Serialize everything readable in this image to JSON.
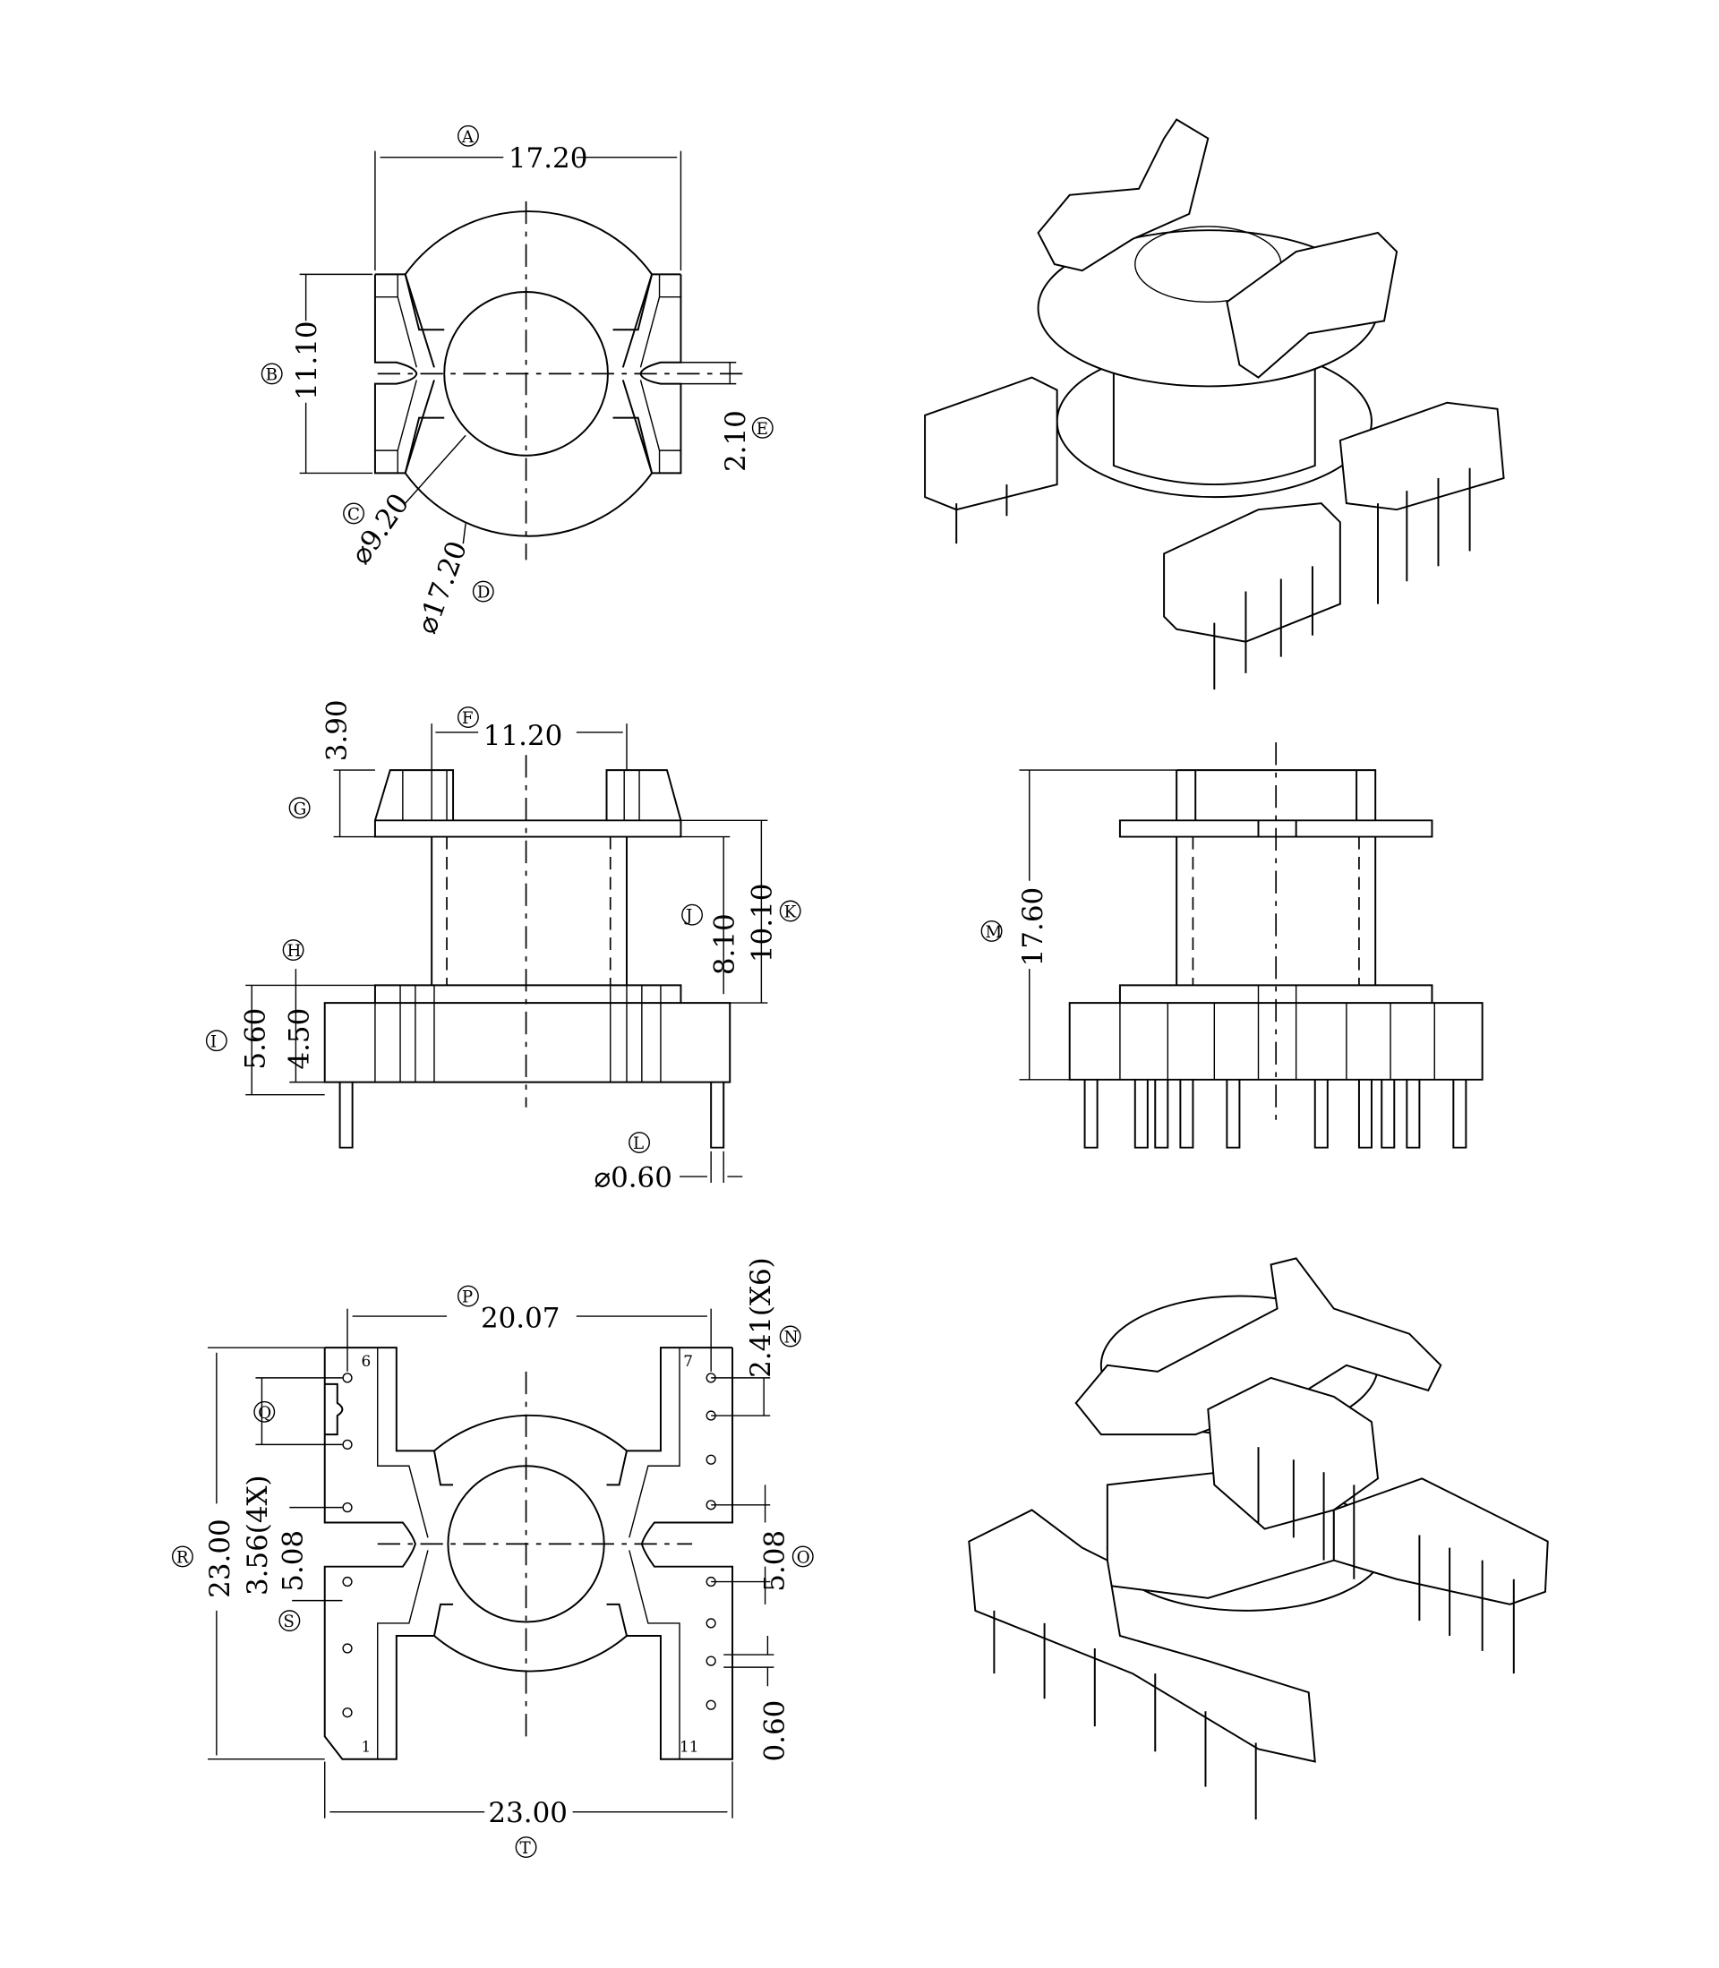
{
  "views": {
    "top_view": {
      "A": {
        "tag": "A",
        "value": "17.20"
      },
      "B": {
        "tag": "B",
        "value": "11.10"
      },
      "C": {
        "tag": "C",
        "value": "⌀9.20"
      },
      "D": {
        "tag": "D",
        "value": "⌀17.20"
      },
      "E": {
        "tag": "E",
        "value": "2.10"
      }
    },
    "side_view": {
      "F": {
        "tag": "F",
        "value": "11.20"
      },
      "G": {
        "tag": "G",
        "value": "3.90"
      },
      "H": {
        "tag": "H",
        "value": "4.50"
      },
      "I": {
        "tag": "I",
        "value": "5.60"
      },
      "J": {
        "tag": "J",
        "value": "8.10"
      },
      "K": {
        "tag": "K",
        "value": "10.10"
      },
      "L": {
        "tag": "L",
        "value": "⌀0.60"
      }
    },
    "front_view": {
      "M": {
        "tag": "M",
        "value": "17.60"
      }
    },
    "bottom_view": {
      "P": {
        "tag": "P",
        "value": "20.07"
      },
      "N": {
        "tag": "N",
        "value": "2.41(X6)"
      },
      "Q": {
        "tag": "Q",
        "value": "3.56(4X)"
      },
      "R": {
        "tag": "R",
        "value": "23.00"
      },
      "S": {
        "tag": "S",
        "value": "5.08"
      },
      "O": {
        "tag": "O",
        "value": "5.08"
      },
      "T": {
        "tag": "T",
        "value": "23.00"
      },
      "slot_width": "0.60",
      "pin_numbers": [
        "6",
        "7",
        "1",
        "11"
      ]
    }
  }
}
